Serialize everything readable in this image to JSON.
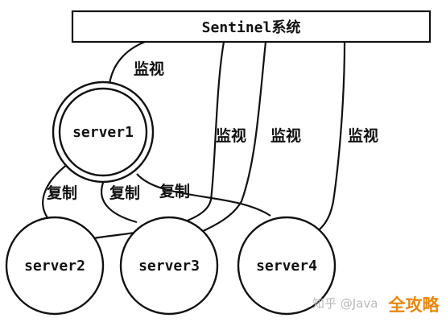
{
  "sentinel": {
    "title": "Sentinel系统"
  },
  "nodes": {
    "server1": "server1",
    "server2": "server2",
    "server3": "server3",
    "server4": "server4"
  },
  "edge_labels": {
    "monitor_1": "监视",
    "monitor_2": "监视",
    "monitor_3": "监视",
    "monitor_4": "监视",
    "replicate_1": "复制",
    "replicate_2": "复制",
    "replicate_3": "复制"
  },
  "watermark": {
    "text": "知乎 @Java",
    "badge": "全攻略"
  }
}
